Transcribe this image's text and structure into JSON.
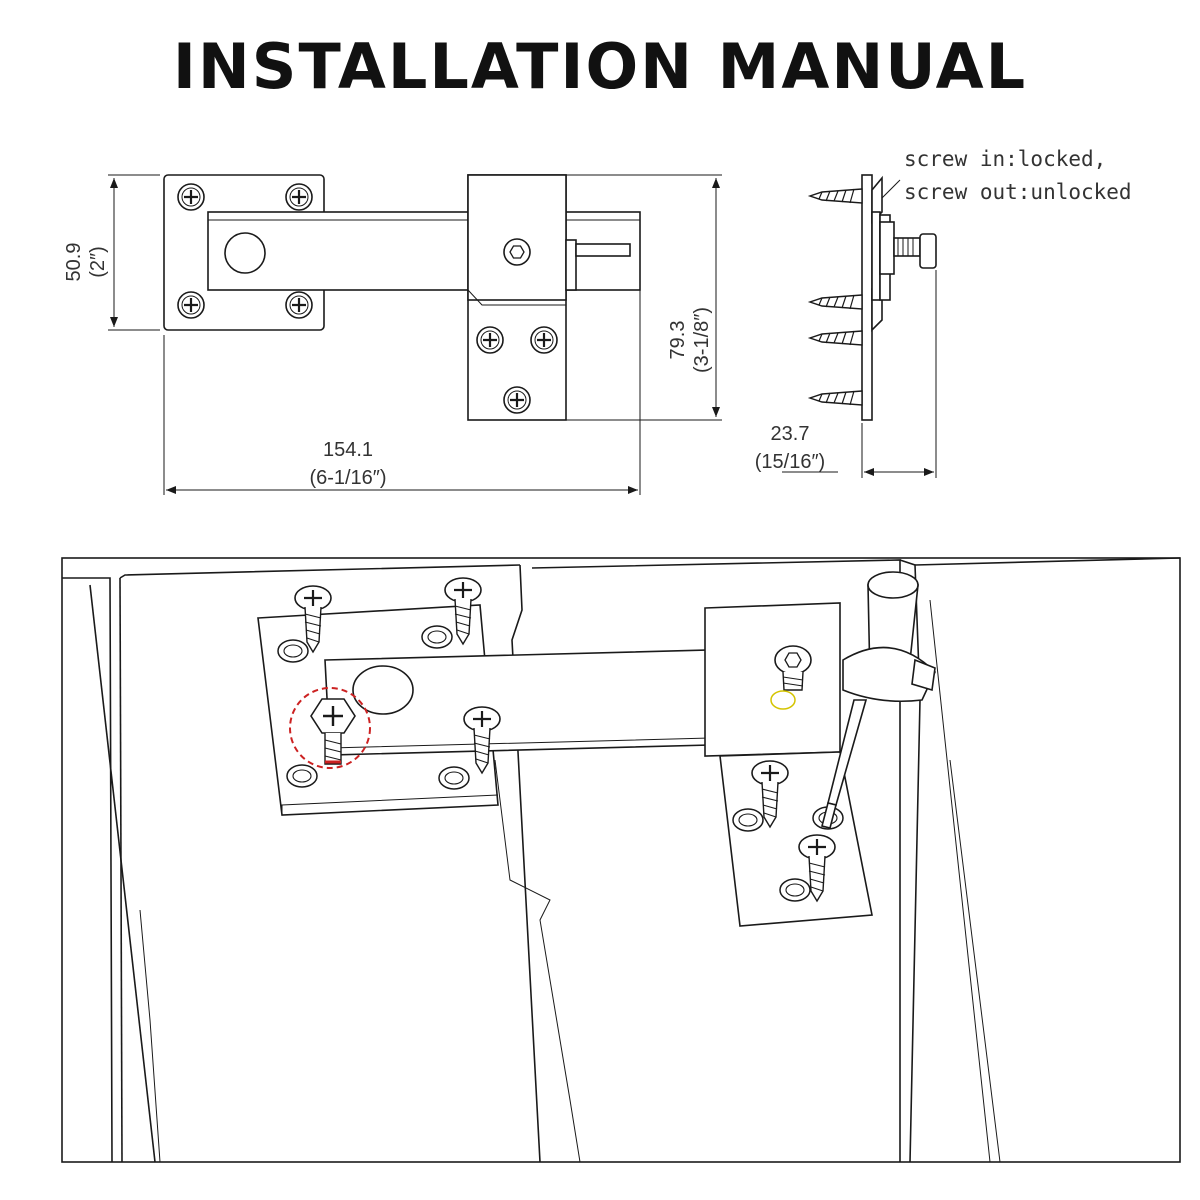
{
  "title": "INSTALLATION MANUAL",
  "top_view": {
    "height_mm": "50.9",
    "height_in": "(2″)",
    "width_mm": "154.1",
    "width_in": "(6-1/16″)",
    "bracket_height_mm": "79.3",
    "bracket_height_in": "(3-1/8″)"
  },
  "side_view": {
    "depth_mm": "23.7",
    "depth_in": "(15/16″)",
    "note_line1": "screw in:locked,",
    "note_line2": "screw out:unlocked"
  },
  "icons": {
    "screw": "phillips-screw-icon",
    "hex_screw": "hex-socket-screw-icon",
    "highlight_color": "#cc2222",
    "hint_color": "#d4c400"
  }
}
